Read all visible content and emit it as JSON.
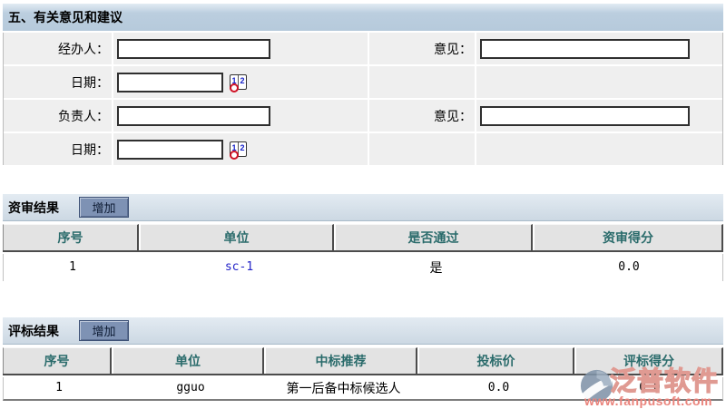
{
  "section_opinions": {
    "title": "五、有关意见和建议",
    "fields": {
      "handler_label": "经办人：",
      "handler_value": "",
      "date1_label": "日期：",
      "date1_value": "",
      "opinion1_label": "意见：",
      "opinion1_value": "",
      "manager_label": "负责人：",
      "manager_value": "",
      "date2_label": "日期：",
      "date2_value": "",
      "opinion2_label": "意见：",
      "opinion2_value": ""
    },
    "calendar_icon": {
      "digit1": "1",
      "digit2": "2"
    }
  },
  "qualification_section": {
    "title": "资审结果",
    "add_button_label": "增加",
    "table": {
      "columns": [
        "序号",
        "单位",
        "是否通过",
        "资审得分"
      ],
      "rows": [
        {
          "no": "1",
          "unit": "sc-1",
          "passed": "是",
          "score": "0.0"
        }
      ]
    }
  },
  "evaluation_section": {
    "title": "评标结果",
    "add_button_label": "增加",
    "table": {
      "columns": [
        "序号",
        "单位",
        "中标推荐",
        "投标价",
        "评标得分"
      ],
      "rows": [
        {
          "no": "1",
          "unit": "gguo",
          "recommendation": "第一后备中标候选人",
          "bid_price": "0.0",
          "score": "0.0"
        }
      ]
    }
  },
  "watermark": {
    "brand": "泛普软件",
    "url": "www.fanpusoft.com"
  },
  "colors": {
    "section_header_bg": "#b9cdde",
    "subsection_bar_bg": "#cdd9e4",
    "add_button_bg": "#7e92b4",
    "table_header_bg": "#e3e3e3",
    "table_header_text": "#2a6b6b",
    "form_cell_bg": "#efefef",
    "link_text": "#2424c8",
    "watermark_text": "#ea837b",
    "watermark_logo": "#8194a9"
  }
}
